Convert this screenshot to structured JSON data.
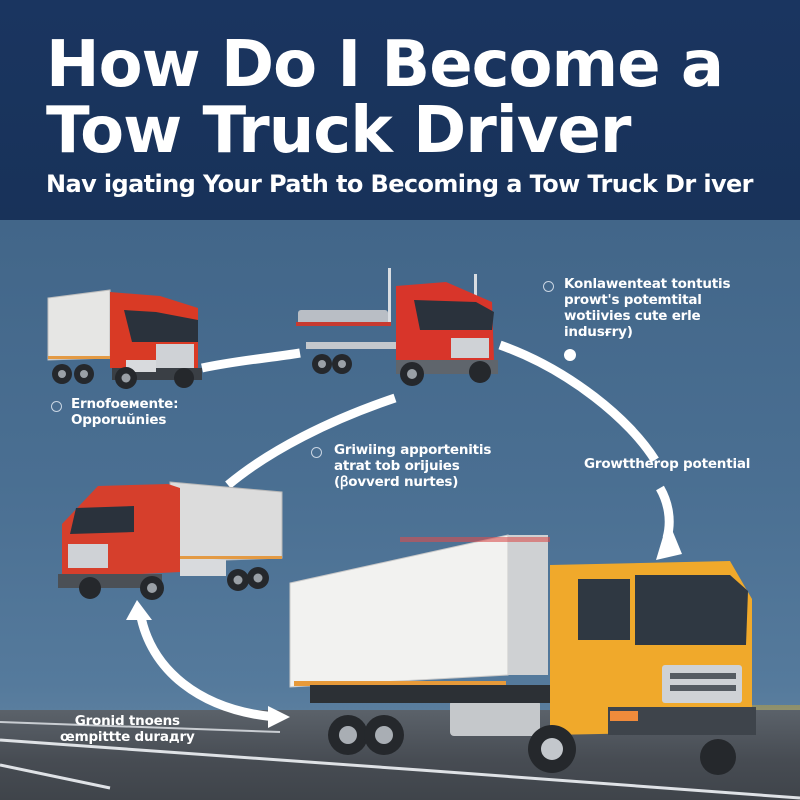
{
  "header": {
    "title_line1": "How Do I Become a",
    "title_line2": "Tow Truck Driver",
    "subtitle": "Nav igating Your Path to Becoming a Tow Truck Dr iver"
  },
  "labels": {
    "top_right": {
      "line1": "Konlawenteat tontutis",
      "line2": "prowt's potemtital",
      "line3": "wotiivies  cute erle",
      "line4": "indusғry)"
    },
    "mid_left": {
      "line1": "Ernofoeмente:",
      "line2": "Opporuŭnies"
    },
    "center": {
      "line1": "Griwiing apportenitis",
      "line2": "atrat tob orijuies",
      "line3": "(ꞵovverd nurtes)"
    },
    "right": {
      "line1": "Growttherop potential"
    },
    "bottom_left": {
      "line1": "Gronid tnoens",
      "line2": "œmpittte durадry"
    }
  },
  "trucks": [
    {
      "id": "box-truck-top-left",
      "cab_color": "#d93a25",
      "body_color": "#e8e8e6"
    },
    {
      "id": "flatbed-truck-top-center",
      "cab_color": "#d8352a",
      "body_color": "#9aa0a8"
    },
    {
      "id": "box-truck-mid-left",
      "cab_color": "#d63f2c",
      "body_color": "#dcdcdc"
    },
    {
      "id": "box-truck-front-yellow",
      "cab_color": "#f0a92b",
      "body_color": "#f2f2f0"
    }
  ],
  "colors": {
    "header_bg": "#1a3560",
    "sky": "#4a6f92",
    "text": "#ffffff",
    "arrow": "#ffffff"
  }
}
